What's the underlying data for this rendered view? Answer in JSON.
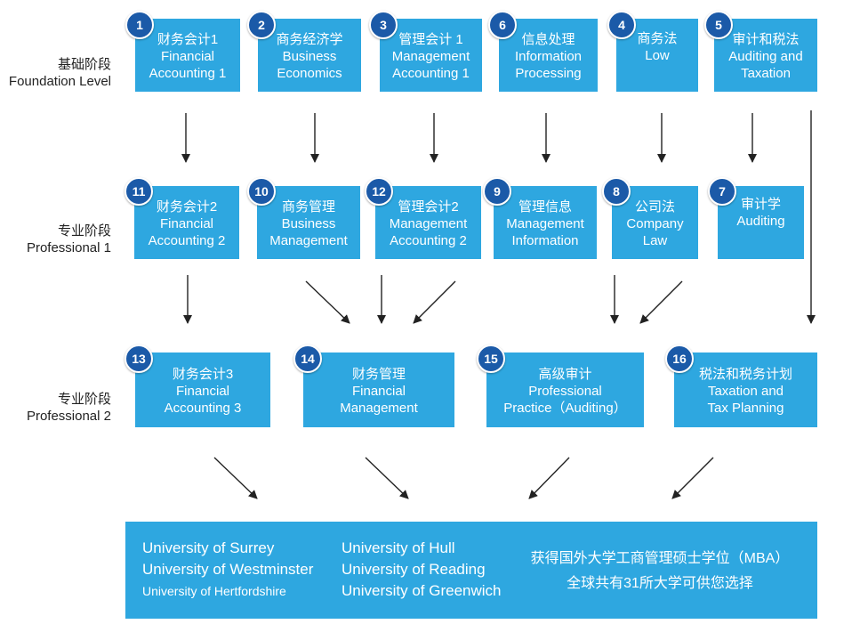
{
  "levels": {
    "foundation": {
      "zh": "基础阶段",
      "en": "Foundation Level"
    },
    "professional1": {
      "zh": "专业阶段",
      "en": "Professional 1"
    },
    "professional2": {
      "zh": "专业阶段",
      "en": "Professional 2"
    }
  },
  "courses": {
    "c1": {
      "num": "1",
      "zh": "财务会计1",
      "en1": "Financial",
      "en2": "Accounting 1"
    },
    "c2": {
      "num": "2",
      "zh": "商务经济学",
      "en1": "Business",
      "en2": "Economics"
    },
    "c3": {
      "num": "3",
      "zh": "管理会计 1",
      "en1": "Management",
      "en2": "Accounting 1"
    },
    "c6": {
      "num": "6",
      "zh": "信息处理",
      "en1": "Information",
      "en2": "Processing"
    },
    "c4": {
      "num": "4",
      "zh": "商务法",
      "en1": "Low",
      "en2": ""
    },
    "c5": {
      "num": "5",
      "zh": "审计和税法",
      "en1": "Auditing and",
      "en2": "Taxation"
    },
    "c11": {
      "num": "11",
      "zh": "财务会计2",
      "en1": "Financial",
      "en2": "Accounting 2"
    },
    "c10": {
      "num": "10",
      "zh": "商务管理",
      "en1": "Business",
      "en2": "Management"
    },
    "c12": {
      "num": "12",
      "zh": "管理会计2",
      "en1": "Management",
      "en2": "Accounting 2"
    },
    "c9": {
      "num": "9",
      "zh": "管理信息",
      "en1": "Management",
      "en2": "Information"
    },
    "c8": {
      "num": "8",
      "zh": "公司法",
      "en1": "Company",
      "en2": "Law"
    },
    "c7": {
      "num": "7",
      "zh": "审计学",
      "en1": "Auditing",
      "en2": ""
    },
    "c13": {
      "num": "13",
      "zh": "财务会计3",
      "en1": "Financial",
      "en2": "Accounting 3"
    },
    "c14": {
      "num": "14",
      "zh": "财务管理",
      "en1": "Financial",
      "en2": "Management"
    },
    "c15": {
      "num": "15",
      "zh": "高级审计",
      "en1": "Professional",
      "en2": "Practice（Auditing）"
    },
    "c16": {
      "num": "16",
      "zh": "税法和税务计划",
      "en1": "Taxation and",
      "en2": "Tax Planning"
    }
  },
  "universities": {
    "col1": [
      "University of  Surrey",
      "University of  Westminster",
      "University of  Hertfordshire"
    ],
    "col2": [
      "University of  Hull",
      "University of  Reading",
      "University of  Greenwich"
    ]
  },
  "mba": {
    "line1": "获得国外大学工商管理硕士学位（MBA）",
    "line2": "全球共有31所大学可供您选择"
  },
  "colors": {
    "box": "#2ea7e0",
    "badge": "#1b5aa8",
    "arrow": "#222222"
  }
}
